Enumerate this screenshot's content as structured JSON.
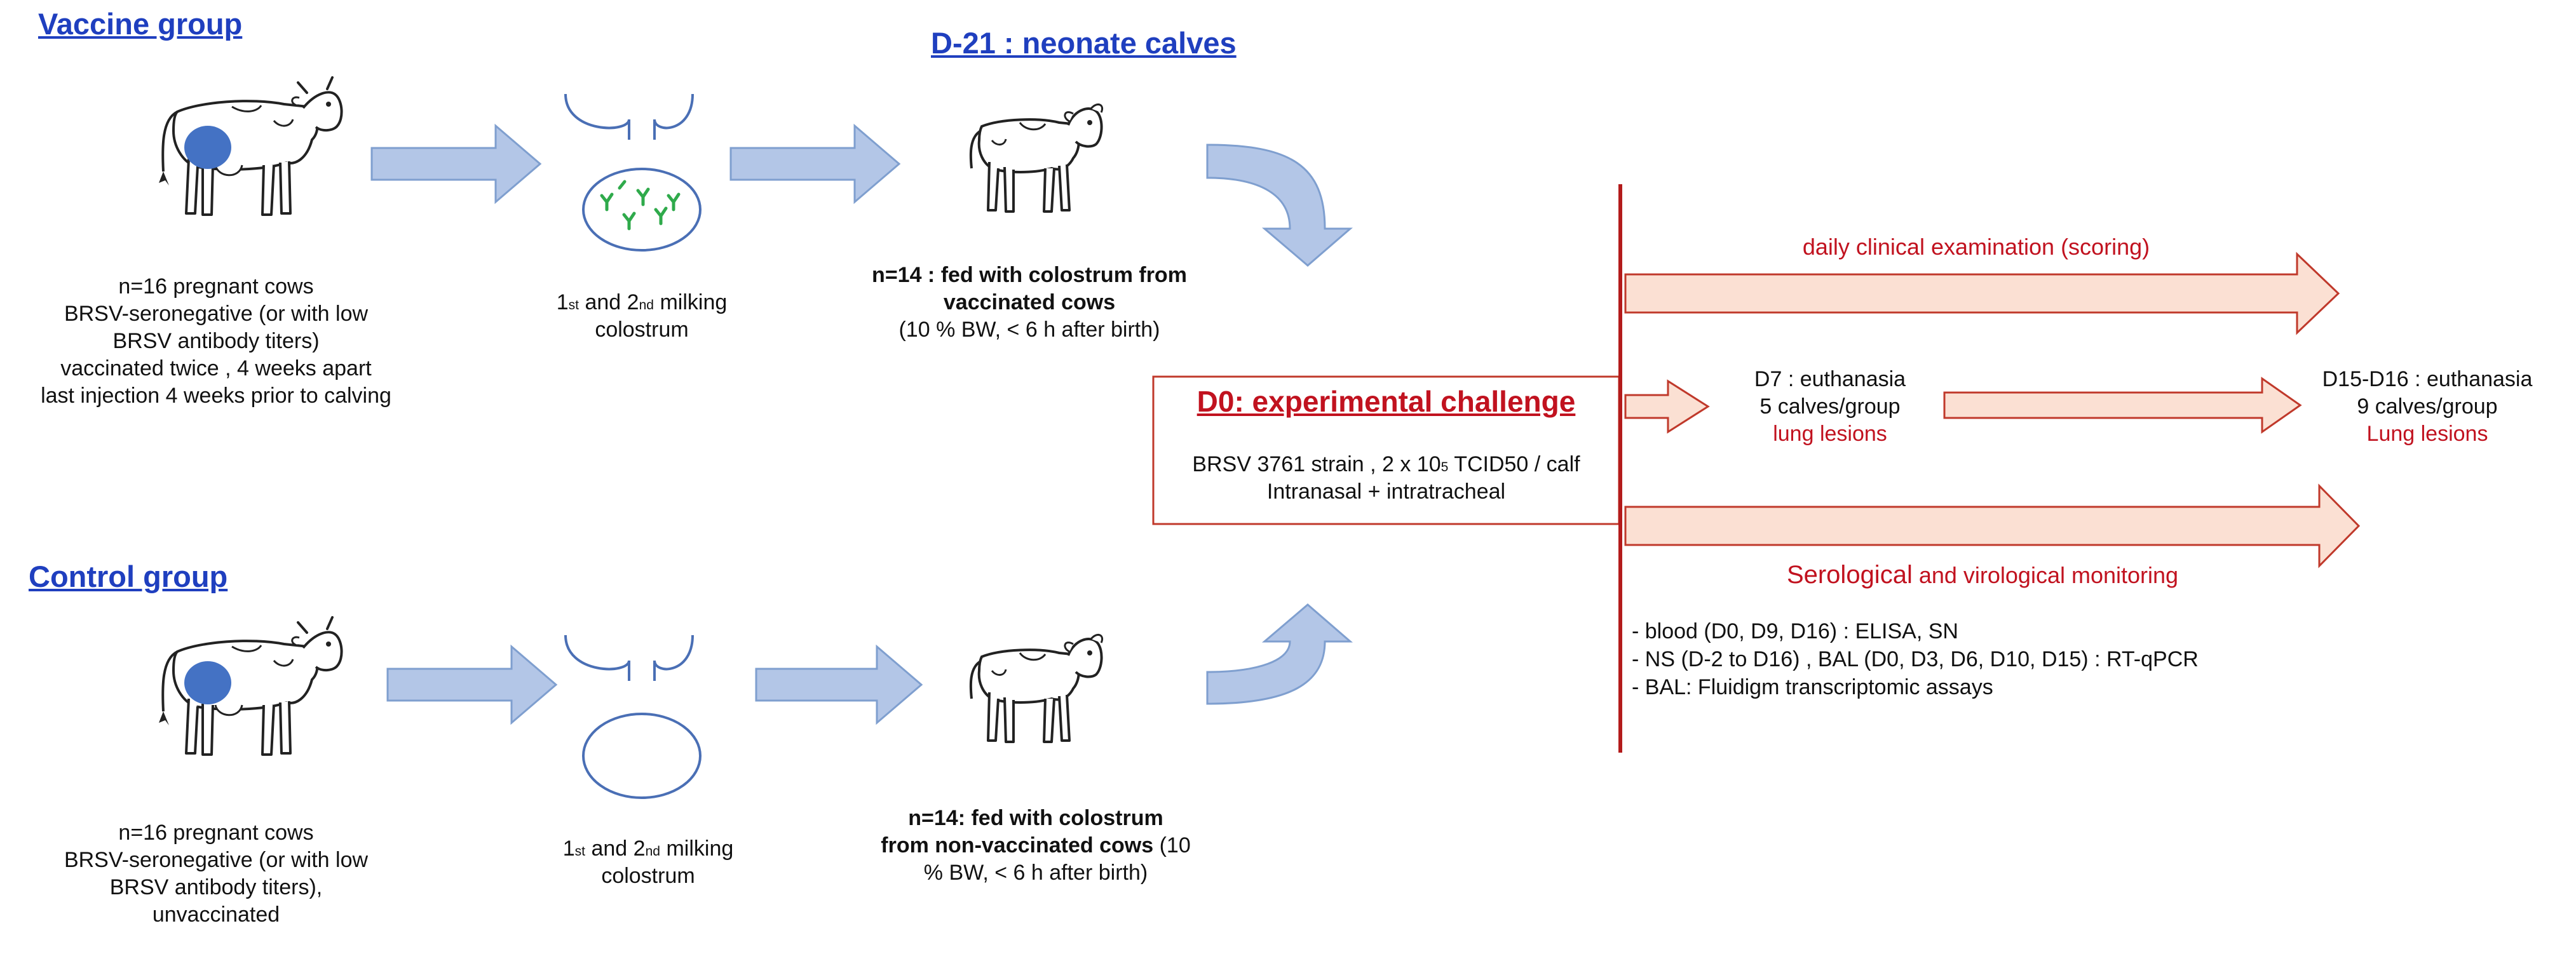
{
  "vaccine_group": {
    "title": "Vaccine group",
    "cows_lines": [
      "n=16 pregnant cows",
      "BRSV-seronegative (or with low",
      "BRSV antibody titers)",
      "vaccinated twice , 4 weeks apart",
      "last injection 4 weeks prior to calving"
    ],
    "milking_first": "1",
    "milking_first_sup": "st",
    "milking_mid": " and 2",
    "milking_second_sup": "nd",
    "milking_end": " milking",
    "milking_line2": "colostrum",
    "calves_line1": "n=14 : fed with colostrum from",
    "calves_line2": "vaccinated cows",
    "calves_line3": "(10 % BW, < 6 h after birth)"
  },
  "neonate_title": "D-21 : neonate calves",
  "control_group": {
    "title": "Control group",
    "cows_lines": [
      "n=16 pregnant cows",
      "BRSV-seronegative (or with low",
      "BRSV antibody titers),",
      "unvaccinated"
    ],
    "milking_first": "1",
    "milking_first_sup": "st",
    "milking_mid": " and 2",
    "milking_second_sup": "nd",
    "milking_end": " milking",
    "milking_line2": "colostrum",
    "calves_line1_bold": "n=14:  fed with colostrum",
    "calves_line2_bold": "from non-vaccinated cows",
    "calves_line2_rest": " (10",
    "calves_line3": "% BW, < 6 h after birth)"
  },
  "challenge": {
    "title": "D0: experimental challenge",
    "line1_a": "BRSV 3761 strain , 2 x 10",
    "line1_sup": "5",
    "line1_b": " TCID50 / calf",
    "line2": "Intranasal + intratracheal"
  },
  "timeline": {
    "clinical": "daily clinical examination (scoring)",
    "d7_line1": "D7 : euthanasia",
    "d7_line2": "5 calves/group",
    "d7_line3": "lung  lesions",
    "d15_line1": "D15-D16 : euthanasia",
    "d15_line2": "9 calves/group",
    "d15_line3": "Lung lesions",
    "sero_a": "Serological",
    "sero_b": " and virological monitoring",
    "monitoring": [
      "- blood (D0, D9, D16) : ELISA, SN",
      "- NS (D-2 to D16) , BAL (D0, D3, D6, D10, D15) : RT-qPCR",
      "- BAL: Fluidigm  transcriptomic assays"
    ]
  },
  "colors": {
    "blue_arrow_fill": "#b3c6e7",
    "blue_arrow_stroke": "#7f9fcf",
    "pink_arrow_fill": "#fbe0d3",
    "pink_arrow_stroke": "#c0392b",
    "red": "#c1121f",
    "title_blue": "#1f3fbf"
  }
}
